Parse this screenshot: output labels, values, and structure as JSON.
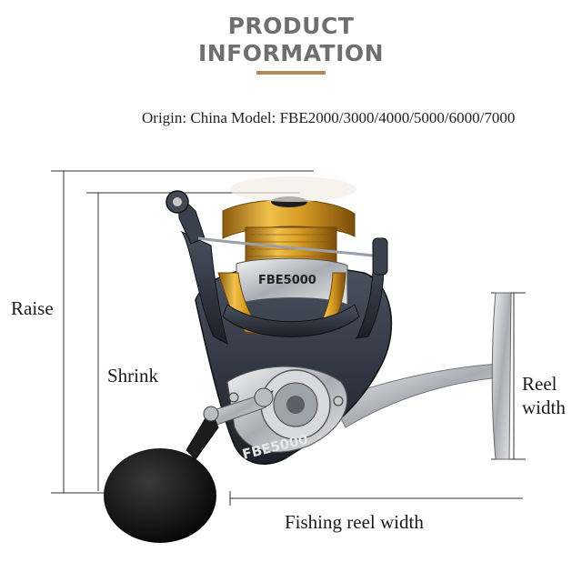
{
  "title": {
    "line1": "PRODUCT",
    "line2": "INFORMATION"
  },
  "info": "Origin: China Model: FBE2000/3000/4000/5000/6000/7000",
  "dimensions": {
    "raise": "Raise",
    "shrink": "Shrink",
    "reel_width_line1": "Reel",
    "reel_width_line2": "width",
    "fishing_reel_width": "Fishing reel width"
  },
  "product": {
    "spool_model": "FBE5000",
    "body_model": "FBE5000"
  },
  "colors": {
    "title": "#6f6f6f",
    "accent": "#b08a5a",
    "gold": "#d9a12a",
    "dark": "#2e3440"
  }
}
